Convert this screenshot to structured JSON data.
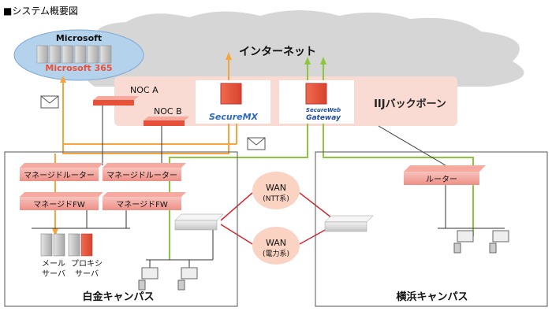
{
  "title": "■システム概要図",
  "cloud": {
    "label": "インターネット"
  },
  "microsoft": {
    "title": "Microsoft",
    "subtitle": "Microsoft 365"
  },
  "backbone": {
    "label": "IIJバックボーン",
    "noc_a": "NOC A",
    "noc_b": "NOC B",
    "secure_mx": {
      "brand": "SecureMX"
    },
    "secure_web": {
      "brand_top": "SecureWeb",
      "brand_bottom": "Gateway"
    }
  },
  "shirokane": {
    "label": "白金キャンパス",
    "routers": [
      "マネージドルーター",
      "マネージドルーター"
    ],
    "firewalls": [
      "マネージドFW",
      "マネージドFW"
    ],
    "servers": [
      {
        "label_line1": "メール",
        "label_line2": "サーバ"
      },
      {
        "label_line1": "プロキシ",
        "label_line2": "サーバ"
      }
    ]
  },
  "wan": [
    {
      "label": "WAN",
      "sub": "(NTT系)"
    },
    {
      "label": "WAN",
      "sub": "(電力系)"
    }
  ],
  "yokohama": {
    "label": "横浜キャンパス",
    "router": "ルーター"
  },
  "colors": {
    "orange_line": "#f5a53b",
    "green_line": "#8cc63f",
    "red_line": "#d7262e",
    "backbone_fill": "#fadbd3",
    "device_red": "#e8503a",
    "router_fill": "#f4a7a0",
    "wan_fill": "#fbd3c2",
    "ms_fill": "#b5d2ec",
    "cloud_fill": "#d3d3d3"
  }
}
